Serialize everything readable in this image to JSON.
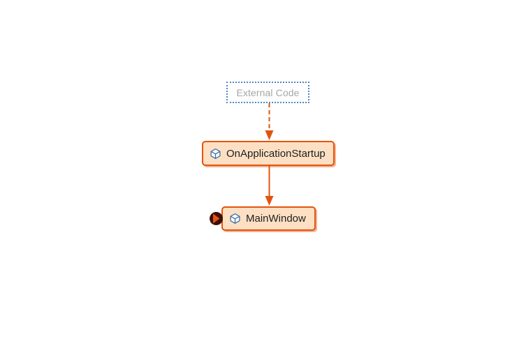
{
  "diagram": {
    "type": "call-stack-code-map",
    "background_color": "#ffffff",
    "accent_color": "#e2540d",
    "node_fill_color": "#fde0c4",
    "external_border_color": "#4b86c6",
    "external_text_color": "#a6a6a6",
    "icon_color": "#3a6ea5",
    "marker_color": "#3b1008"
  },
  "nodes": {
    "external": {
      "label": "External Code",
      "style": "dashed-outline"
    },
    "startup": {
      "label": "OnApplicationStartup",
      "icon": "cube-icon",
      "style": "filled-rounded"
    },
    "mainwindow": {
      "label": "MainWindow",
      "icon": "cube-icon",
      "style": "filled-rounded",
      "marker": "current-execution-marker"
    }
  },
  "edges": [
    {
      "from": "external",
      "to": "startup",
      "style": "dashed",
      "color": "#e2540d",
      "arrowhead": "solid-triangle"
    },
    {
      "from": "startup",
      "to": "mainwindow",
      "style": "solid",
      "color": "#e2540d",
      "arrowhead": "solid-triangle"
    }
  ]
}
